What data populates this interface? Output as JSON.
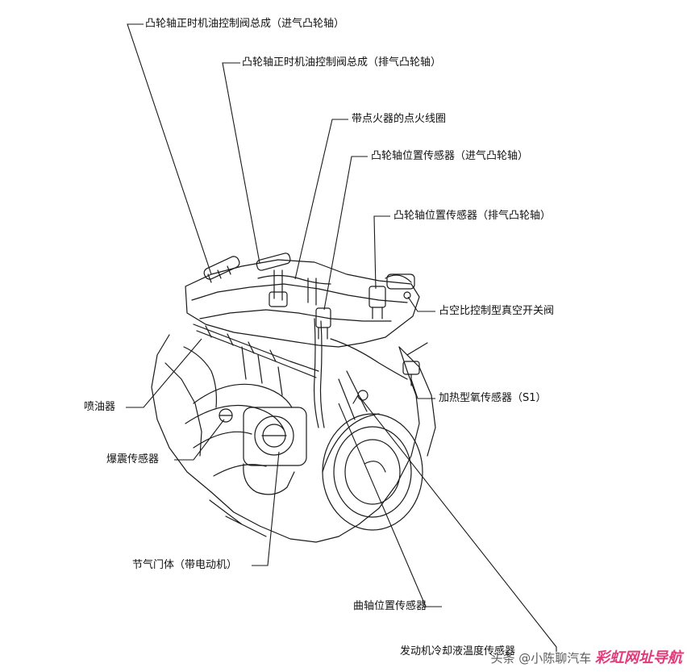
{
  "labels": {
    "intake_ocv": "凸轮轴正时机油控制阀总成（进气凸轮轴）",
    "exhaust_ocv": "凸轮轴正时机油控制阀总成（排气凸轮轴）",
    "ignition_coil": "带点火器的点火线圈",
    "intake_cam_sensor": "凸轮轴位置传感器（进气凸轮轴）",
    "exhaust_cam_sensor": "凸轮轴位置传感器（排气凸轮轴）",
    "vsv": "占空比控制型真空开关阀",
    "o2_sensor": "加热型氧传感器（S1）",
    "injector": "喷油器",
    "knock_sensor": "爆震传感器",
    "throttle_body": "节气门体（带电动机）",
    "crank_sensor": "曲轴位置传感器",
    "ect_sensor": "发动机冷却液温度传感器"
  },
  "watermark": {
    "author": "头条 @小陈聊汽车",
    "site": "彩虹网址导航"
  },
  "colors": {
    "line": "#1a1a1a",
    "watermark_site": "#e23a7a"
  }
}
